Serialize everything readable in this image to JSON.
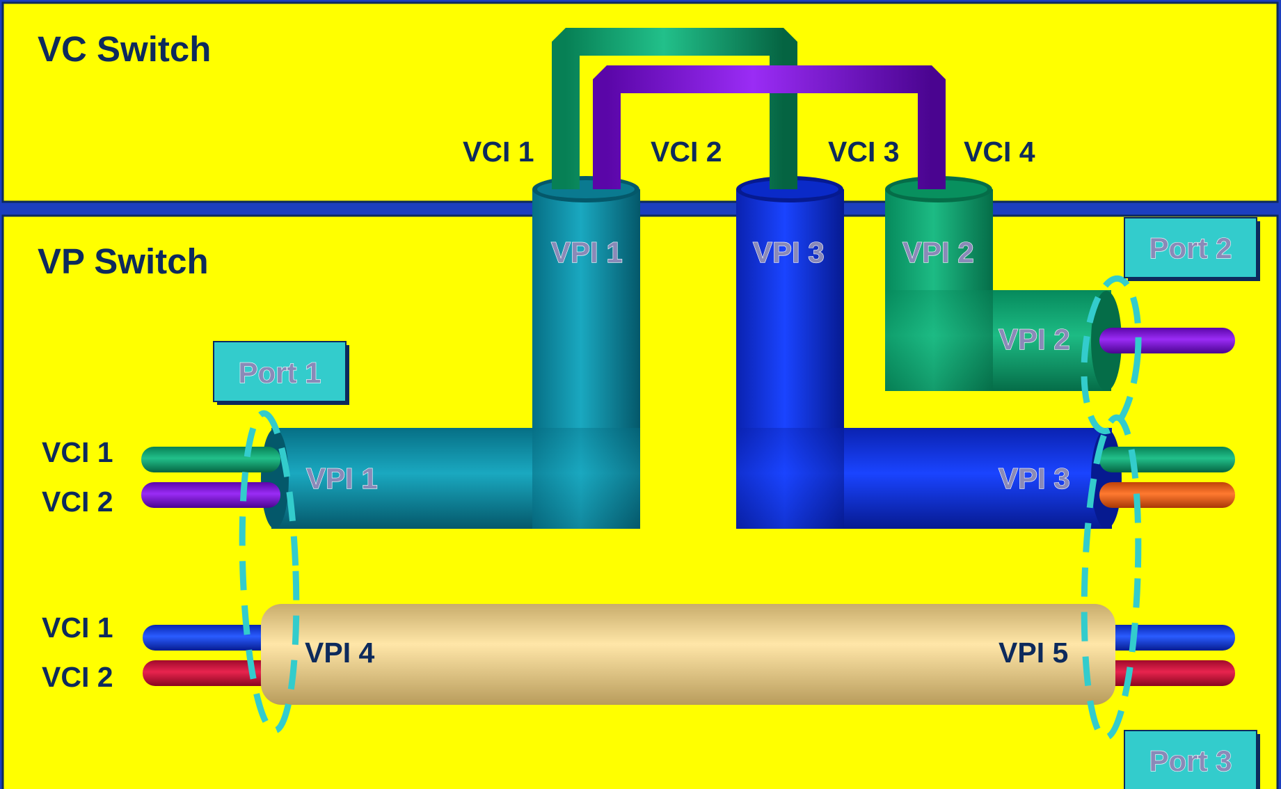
{
  "vc_switch": {
    "title": "VC Switch",
    "labels": [
      "VCI 1",
      "VCI 2",
      "VCI 3",
      "VCI 4"
    ]
  },
  "vp_switch": {
    "title": "VP Switch",
    "ports": [
      "Port 1",
      "Port 2",
      "Port 3"
    ],
    "left_labels": [
      "VCI 1",
      "VCI 2",
      "VCI 1",
      "VCI 2"
    ],
    "vpi_labels": {
      "vpi1_top": "VPI 1",
      "vpi3_top": "VPI 3",
      "vpi2_top": "VPI 2",
      "vpi2_right": "VPI 2",
      "vpi1_left": "VPI 1",
      "vpi3_right": "VPI 3",
      "vpi4": "VPI 4",
      "vpi5": "VPI 5"
    }
  },
  "colors": {
    "background": "#1c3fbf",
    "panel": "#ffff00",
    "teal_pipe": "#0a8aa0",
    "blue_pipe": "#0a2ee0",
    "green_pipe": "#0aa070",
    "tan_pipe": "#f5dea0",
    "vci_green": "#119a6b",
    "vci_purple": "#7a0ad8",
    "vci_blue": "#0c3ee0",
    "vci_red": "#d0103a",
    "vci_orange": "#f0601a",
    "port_box": "#33cccc",
    "dashed_ellipse": "#33cccc"
  }
}
